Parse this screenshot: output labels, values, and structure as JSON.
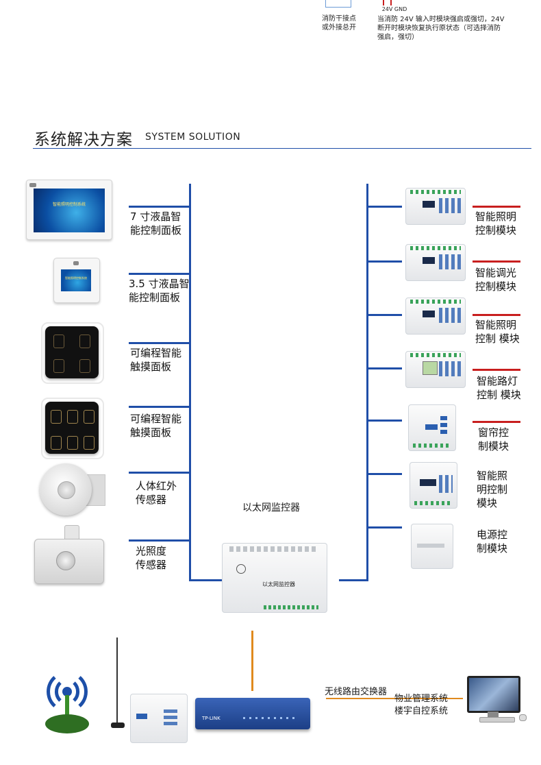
{
  "top": {
    "terminal_labels": "24V  GND",
    "left_label_line1": "消防干接点",
    "left_label_line2": "或外接总开",
    "note_line1": "当消防 24V 输入时模块强启或强切，24V",
    "note_line2": "断开时模块恢复执行原状态（可选择消防",
    "note_line3": "强启，强切）"
  },
  "section": {
    "title_cn": "系统解决方案",
    "title_en": "SYSTEM SOLUTION",
    "accent_color": "#1f4ea8"
  },
  "left_items": [
    {
      "line1": "7 寸液晶智",
      "line2": "能控制面板"
    },
    {
      "line1": "3.5 寸液晶智",
      "line2": "能控制面板"
    },
    {
      "line1": "可编程智能",
      "line2": "触摸面板"
    },
    {
      "line1": "可编程智能",
      "line2": "触摸面板"
    },
    {
      "line1": "人体红外",
      "line2": "传感器"
    },
    {
      "line1": "光照度",
      "line2": "传感器"
    }
  ],
  "screens": {
    "panel7_screen_text": "智能照明控制系统",
    "panel35_screen_text": "智能照明控制系统"
  },
  "right_items": [
    {
      "line1": "智能照明",
      "line2": "控制模块",
      "line3": ""
    },
    {
      "line1": "智能调光",
      "line2": "控制模块",
      "line3": ""
    },
    {
      "line1": "智能照明",
      "line2": "控制 模块",
      "line3": ""
    },
    {
      "line1": "智能路灯",
      "line2": "控制 模块",
      "line3": ""
    },
    {
      "line1": "窗帘控",
      "line2": "制模块",
      "line3": ""
    },
    {
      "line1": "智能照",
      "line2": "明控制",
      "line3": "模块"
    },
    {
      "line1": "电源控",
      "line2": "制模块",
      "line3": ""
    }
  ],
  "center": {
    "controller_label": "以太网监控器",
    "controller_face_text": "以太网监控器"
  },
  "bottom": {
    "router_label": "无线路由交换器",
    "property_label": "物业管理系统",
    "building_label": "楼宇自控系统",
    "switch_brand": "TP-LINK",
    "line_color": "#e08a1e"
  }
}
